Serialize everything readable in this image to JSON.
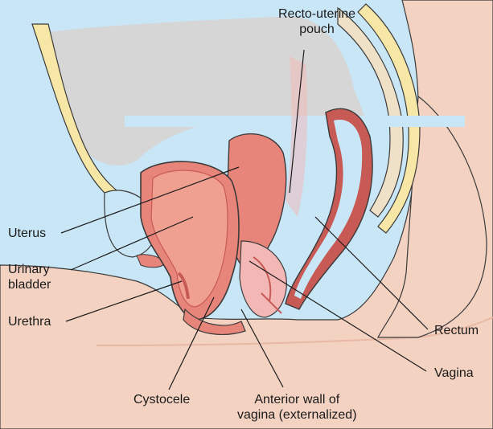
{
  "labels": {
    "recto_uterine_pouch": "Recto-uterine\npouch",
    "uterus": "Uterus",
    "urinary_bladder": "Urinary\nbladder",
    "urethra": "Urethra",
    "cystocele": "Cystocele",
    "anterior_wall": "Anterior wall of\nvagina (externalized)",
    "rectum": "Rectum",
    "vagina": "Vagina"
  },
  "colors": {
    "background": "#c9e6f7",
    "skin": "#f3d2c2",
    "skin_dark": "#e9b8a4",
    "pelvic_cavity": "#d8d2d0",
    "bone_yellow": "#f7e7a6",
    "bone_spongy": "#efe1c8",
    "organ_pink": "#e8857a",
    "organ_inner": "#f0a090",
    "organ_dark": "#c85a55",
    "mucosa": "#f3b7b5",
    "outline": "#3a3a3a",
    "leader": "#1a1a1a"
  }
}
